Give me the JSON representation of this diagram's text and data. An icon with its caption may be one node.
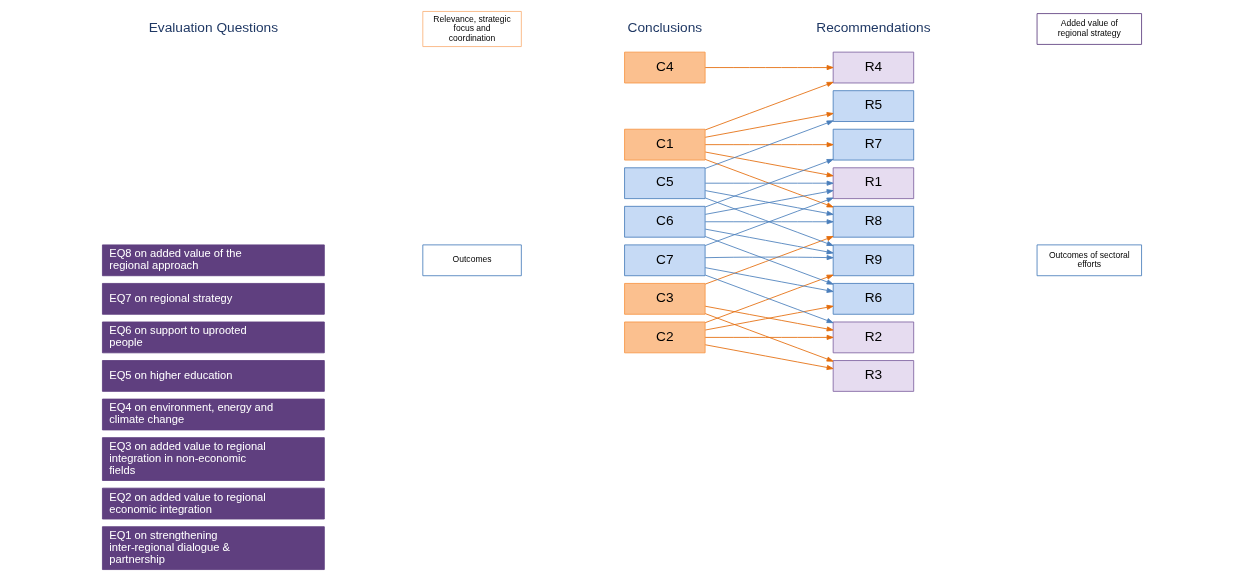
{
  "diagram": {
    "nodes": [
      {
        "text": [
          "EQ1 on strengthening inter-regional dialogue & partnership"
        ]
      },
      {
        "text": [
          "EQ2 on added value to regional economic integration"
        ]
      },
      {
        "text": [
          "EQ3 on added value to regional integration in non-economic fields"
        ]
      },
      {
        "text": [
          "EQ4 on environment, energy and climate change"
        ]
      },
      {
        "text": [
          "EQ5 on higher education"
        ]
      },
      {
        "text": [
          "EQ6 on support to uprooted people"
        ]
      },
      {
        "text": [
          "EQ7 on regional strategy"
        ]
      },
      {
        "text": [
          "EQ8 on added value of the regional approach"
        ]
      },
      {
        "text": [
          "Relevance, strategic focus and coordination"
        ]
      },
      {
        "text": [
          "Outcomes"
        ]
      },
      {
        "text": [
          "C1"
        ]
      },
      {
        "text": [
          "C2"
        ]
      },
      {
        "text": [
          "C3"
        ]
      },
      {
        "text": [
          "C4"
        ]
      },
      {
        "text": [
          "C5"
        ]
      },
      {
        "text": [
          "C6"
        ]
      },
      {
        "text": [
          "C7"
        ]
      },
      {
        "text": [
          "R1"
        ]
      },
      {
        "text": [
          "R2"
        ]
      },
      {
        "text": [
          "R3"
        ]
      },
      {
        "text": [
          "R4"
        ]
      },
      {
        "text": [
          "R5"
        ]
      },
      {
        "text": [
          "R6"
        ]
      },
      {
        "text": [
          "R7"
        ]
      },
      {
        "text": [
          "R8"
        ]
      },
      {
        "text": [
          "R9"
        ]
      },
      {
        "text": [
          "Added value of regional strategy"
        ]
      },
      {
        "text": [
          "Outcomes of sectoral efforts"
        ]
      }
    ],
    "edges": [
      {
        "from": 10,
        "to": 17,
        "arrow": "to",
        "color": "#e46c0a"
      },
      {
        "from": 10,
        "to": 20,
        "arrow": "to",
        "color": "#e46c0a"
      },
      {
        "from": 10,
        "to": 21,
        "arrow": "to",
        "color": "#e46c0a"
      },
      {
        "from": 10,
        "to": 23,
        "arrow": "to",
        "color": "#e46c0a"
      },
      {
        "from": 10,
        "to": 24,
        "arrow": "to",
        "color": "#e46c0a"
      },
      {
        "from": 11,
        "to": 18,
        "arrow": "to",
        "color": "#e46c0a"
      },
      {
        "from": 11,
        "to": 19,
        "arrow": "to",
        "color": "#e46c0a"
      },
      {
        "from": 11,
        "to": 22,
        "arrow": "to",
        "color": "#e46c0a"
      },
      {
        "from": 11,
        "to": 25,
        "arrow": "to",
        "color": "#e46c0a"
      },
      {
        "from": 12,
        "to": 18,
        "arrow": "to",
        "color": "#e46c0a"
      },
      {
        "from": 12,
        "to": 19,
        "arrow": "to",
        "color": "#e46c0a"
      },
      {
        "from": 12,
        "to": 24,
        "arrow": "to",
        "color": "#e46c0a"
      },
      {
        "from": 13,
        "to": 20,
        "arrow": "to",
        "color": "#e46c0a"
      },
      {
        "from": 14,
        "to": 17,
        "arrow": "to",
        "color": "#4a7ebb"
      },
      {
        "from": 14,
        "to": 21,
        "arrow": "to",
        "color": "#4a7ebb"
      },
      {
        "from": 14,
        "to": 24,
        "arrow": "to",
        "color": "#4a7ebb"
      },
      {
        "from": 14,
        "to": 25,
        "arrow": "to",
        "color": "#4a7ebb"
      },
      {
        "from": 15,
        "to": 17,
        "arrow": "to",
        "color": "#4a7ebb"
      },
      {
        "from": 15,
        "to": 22,
        "arrow": "to",
        "color": "#4a7ebb"
      },
      {
        "from": 15,
        "to": 23,
        "arrow": "to",
        "color": "#4a7ebb"
      },
      {
        "from": 15,
        "to": 24,
        "arrow": "to",
        "color": "#4a7ebb"
      },
      {
        "from": 15,
        "to": 25,
        "arrow": "to",
        "color": "#4a7ebb"
      },
      {
        "from": 16,
        "to": 17,
        "arrow": "to",
        "color": "#4a7ebb"
      },
      {
        "from": 16,
        "to": 18,
        "arrow": "to",
        "color": "#4a7ebb"
      },
      {
        "from": 16,
        "to": 22,
        "arrow": "to",
        "color": "#4a7ebb"
      },
      {
        "from": 16,
        "to": 25,
        "arrow": "to",
        "color": "#4a7ebb"
      }
    ],
    "labels": [
      "Evaluation Questions",
      "Conclusions",
      "Recommendations"
    ]
  }
}
